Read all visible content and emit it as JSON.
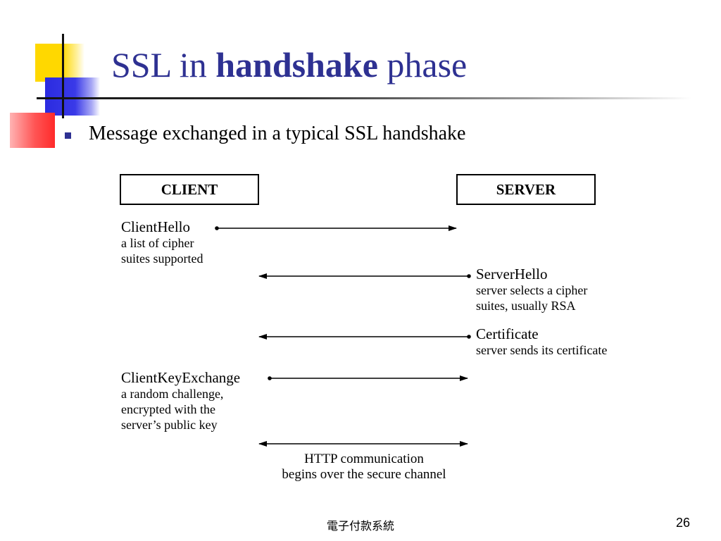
{
  "slide": {
    "title_pre": "SSL in ",
    "title_bold": "handshake",
    "title_post": " phase",
    "bullet": "Message exchanged in a typical SSL handshake"
  },
  "diagram": {
    "client_label": "CLIENT",
    "server_label": "SERVER",
    "messages": [
      {
        "title": "ClientHello",
        "lines": [
          "a list of cipher",
          "suites supported"
        ]
      },
      {
        "title": "ServerHello",
        "lines": [
          "server selects a cipher",
          "suites, usually RSA"
        ]
      },
      {
        "title": "Certificate",
        "lines": [
          "server sends its certificate"
        ]
      },
      {
        "title": "ClientKeyExchange",
        "lines": [
          "a random challenge,",
          "encrypted with the",
          "server’s public key"
        ]
      },
      {
        "title": "",
        "lines": [
          "HTTP communication",
          "begins over the secure channel"
        ]
      }
    ]
  },
  "footer": {
    "center": "電子付款系統",
    "page": "26"
  },
  "colors": {
    "title": "#2e3192",
    "bullet": "#2e3192"
  }
}
